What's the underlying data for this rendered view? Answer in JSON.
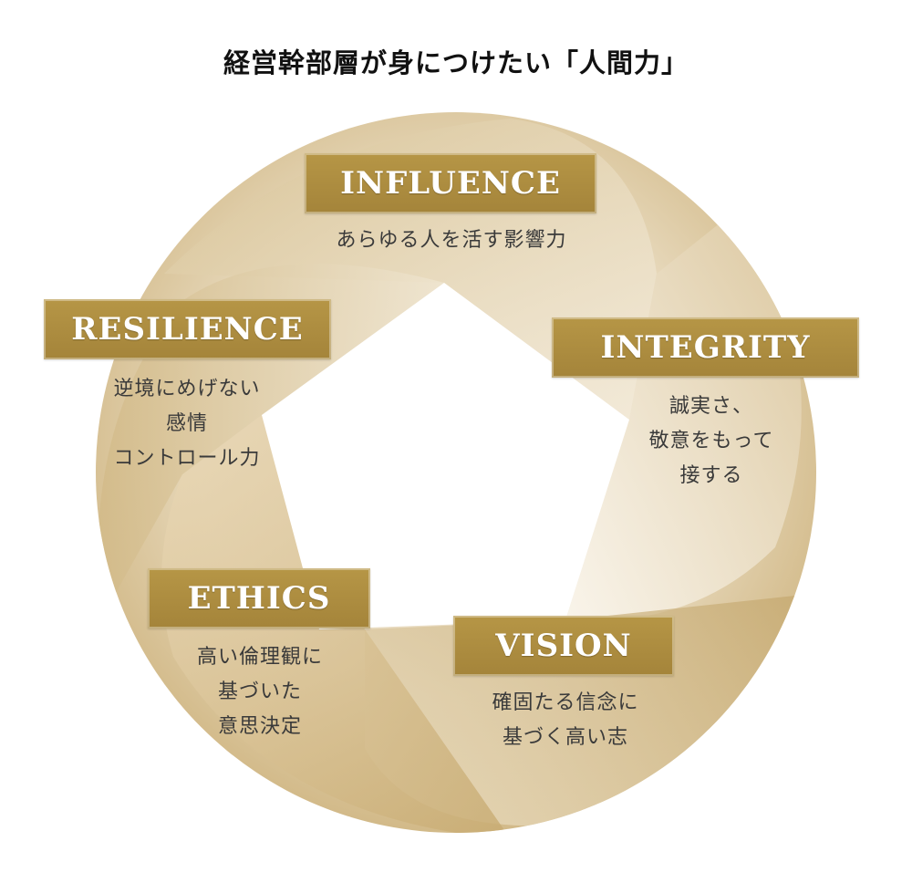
{
  "title": "経営幹部層が身につけたい「人間力」",
  "colors": {
    "tag_gold": "#a88a3c",
    "ring_light": "#f1e8d7",
    "ring_mid": "#d9c49b",
    "ring_dark": "#c2a66d",
    "text": "#3a3a3a"
  },
  "nodes": [
    {
      "id": "influence",
      "label": "INFLUENCE",
      "desc": [
        "あらゆる人を活す影響力"
      ]
    },
    {
      "id": "integrity",
      "label": "INTEGRITY",
      "desc": [
        "誠実さ、",
        "敬意をもって",
        "接する"
      ]
    },
    {
      "id": "vision",
      "label": "VISION",
      "desc": [
        "確固たる信念に",
        "基づく高い志"
      ]
    },
    {
      "id": "ethics",
      "label": "ETHICS",
      "desc": [
        "高い倫理観に",
        "基づいた",
        "意思決定"
      ]
    },
    {
      "id": "resilience",
      "label": "RESILIENCE",
      "desc": [
        "逆境にめげない",
        "感情",
        "コントロール力"
      ]
    }
  ]
}
